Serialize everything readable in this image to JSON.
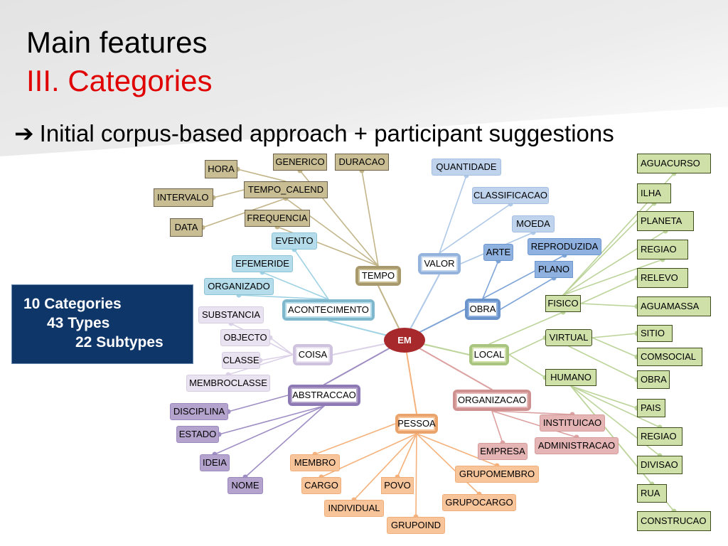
{
  "slide": {
    "title": "Main features",
    "subtitle": "III. Categories",
    "tagline_arrow": "➔",
    "tagline": "Initial corpus-based approach + participant suggestions"
  },
  "summary": {
    "categories": "10 Categories",
    "types": "43 Types",
    "subtypes": "22 Subtypes"
  },
  "colors": {
    "tempo": "#c9bd94",
    "tempo_border": "#6d6249",
    "tempo_line": "#c2b58a",
    "acontecimento": "#b4dcea",
    "acontecimento_line": "#9fd2e4",
    "coisa": "#e9e2f0",
    "coisa_line": "#dcd2e8",
    "abstraccao": "#b4a3cd",
    "abstraccao_line": "#9f8ec4",
    "pessoa": "#f8c59a",
    "pessoa_line": "#f5b27c",
    "organizacao": "#e5b4b4",
    "organizacao_line": "#dca0a0",
    "local": "#cfe0a9",
    "local_border": "#3d4a1c",
    "local_line": "#bcd49a",
    "obra": "#8eb1e0",
    "obra_line": "#7ea4d8",
    "valor": "#bfd3ec",
    "valor_line": "#aec8e8",
    "center": "#a8292c",
    "summary_bg": "#0f3669"
  },
  "center": {
    "label": "EM"
  },
  "nodes": {
    "tempo": "TEMPO",
    "generico": "GENERICO",
    "duracao": "DURACAO",
    "tempo_calend": "TEMPO_CALEND",
    "hora": "HORA",
    "intervalo": "INTERVALO",
    "data": "DATA",
    "frequencia": "FREQUENCIA",
    "acontecimento": "ACONTECIMENTO",
    "evento": "EVENTO",
    "efemeride": "EFEMERIDE",
    "organizado": "ORGANIZADO",
    "coisa": "COISA",
    "substancia": "SUBSTANCIA",
    "objecto": "OBJECTO",
    "classe": "CLASSE",
    "membroclasse": "MEMBROCLASSE",
    "abstraccao": "ABSTRACCAO",
    "disciplina": "DISCIPLINA",
    "estado": "ESTADO",
    "ideia": "IDEIA",
    "nome": "NOME",
    "pessoa": "PESSOA",
    "membro": "MEMBRO",
    "cargo": "CARGO",
    "povo": "POVO",
    "individual": "INDIVIDUAL",
    "grupoind": "GRUPOIND",
    "grupocargo": "GRUPOCARGO",
    "grupomembro": "GRUPOMEMBRO",
    "organizacao": "ORGANIZACAO",
    "instituicao": "INSTITUICAO",
    "empresa": "EMPRESA",
    "administracao": "ADMINISTRACAO",
    "valor": "VALOR",
    "quantidade": "QUANTIDADE",
    "classificacao": "CLASSIFICACAO",
    "moeda": "MOEDA",
    "obra": "OBRA",
    "arte": "ARTE",
    "reproduzida": "REPRODUZIDA",
    "plano": "PLANO",
    "local": "LOCAL",
    "fisico": "FISICO",
    "virtual": "VIRTUAL",
    "humano": "HUMANO",
    "aguacurso": "AGUACURSO",
    "ilha": "ILHA",
    "planeta": "PLANETA",
    "regiao_f": "REGIAO",
    "relevo": "RELEVO",
    "aguamassa": "AGUAMASSA",
    "sitio": "SITIO",
    "comsocial": "COMSOCIAL",
    "obra_v": "OBRA",
    "pais": "PAIS",
    "regiao_h": "REGIAO",
    "divisao": "DIVISAO",
    "rua": "RUA",
    "construcao": "CONSTRUCAO"
  }
}
